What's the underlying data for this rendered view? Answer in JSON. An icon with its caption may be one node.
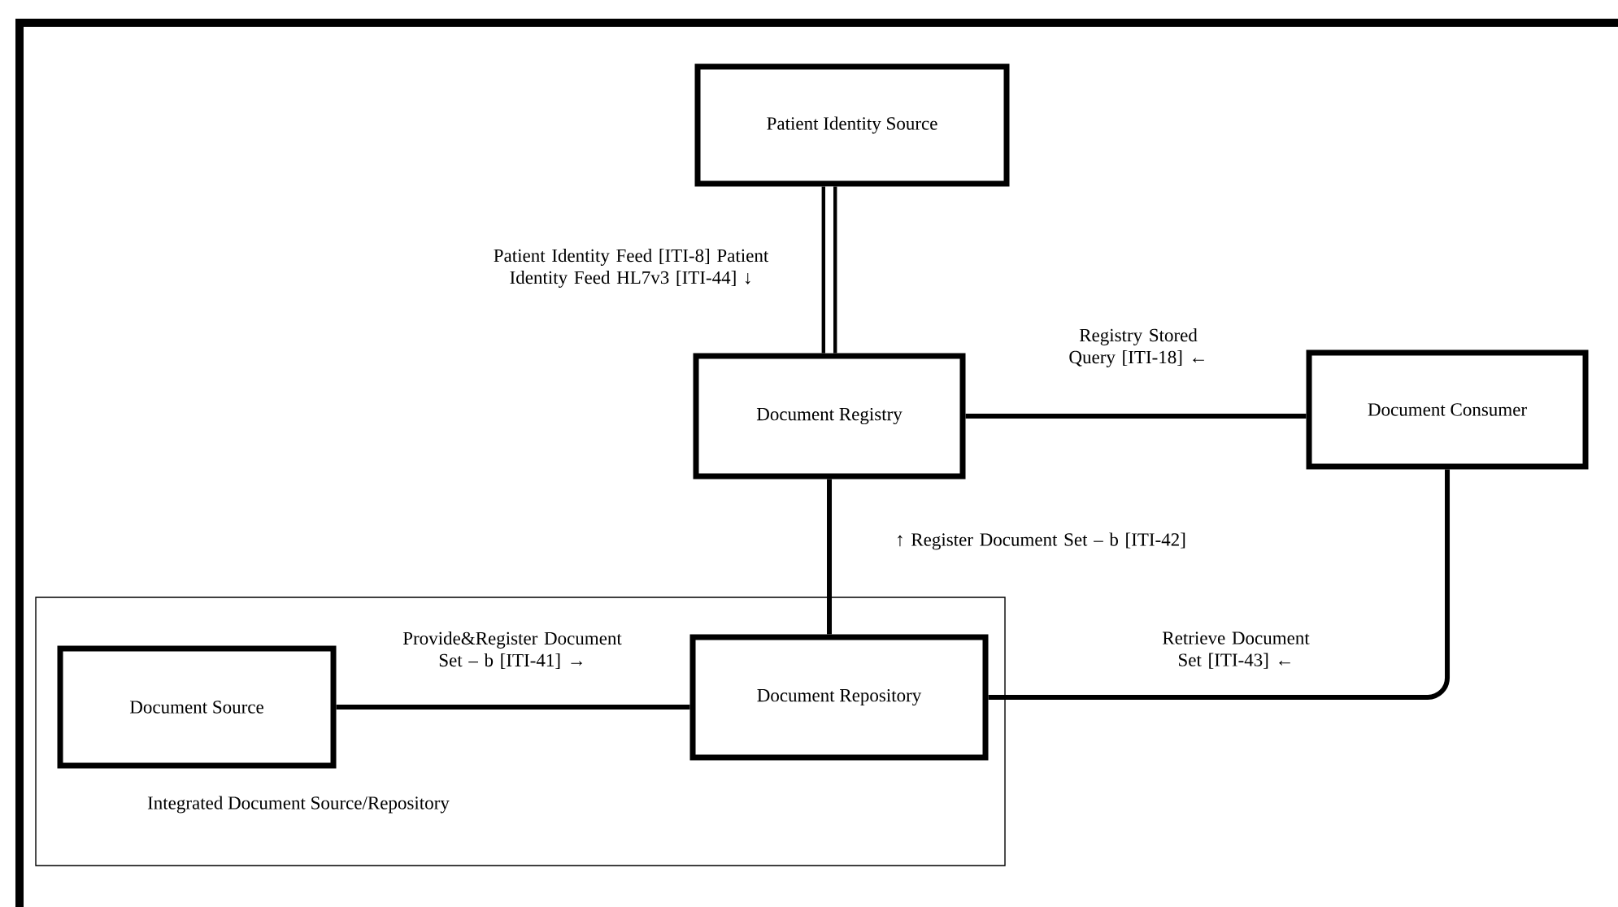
{
  "diagram": {
    "nodes": [
      {
        "text": [
          "Patient Identity Source"
        ]
      },
      {
        "text": [
          "Document Registry"
        ]
      },
      {
        "text": [
          "Document Consumer"
        ]
      },
      {
        "text": [
          "Integrated Document Source/Repository"
        ]
      },
      {
        "text": [
          "Document Source"
        ],
        "in": 3
      },
      {
        "text": [
          "Document Repository"
        ],
        "in": 3
      }
    ],
    "edges": [
      {
        "from": 0,
        "to": 1,
        "arrow": "none",
        "style": "thick",
        "label": "Patient Identity Feed [ITI-8] Patient Identity Feed HL7v3 [ITI-44] ↓"
      },
      {
        "from": 1,
        "to": 2,
        "arrow": "none",
        "label": "Registry Stored Query [ITI-18] ←"
      },
      {
        "from": 1,
        "to": 5,
        "arrow": "none",
        "label": "↑ Register Document Set – b [ITI-42]"
      },
      {
        "from": 4,
        "to": 5,
        "arrow": "none",
        "label": "Provide&Register Document Set – b [ITI-41] →"
      },
      {
        "from": 5,
        "to": 2,
        "arrow": "none",
        "label": "Retrieve Document Set [ITI-43] ←"
      }
    ]
  }
}
